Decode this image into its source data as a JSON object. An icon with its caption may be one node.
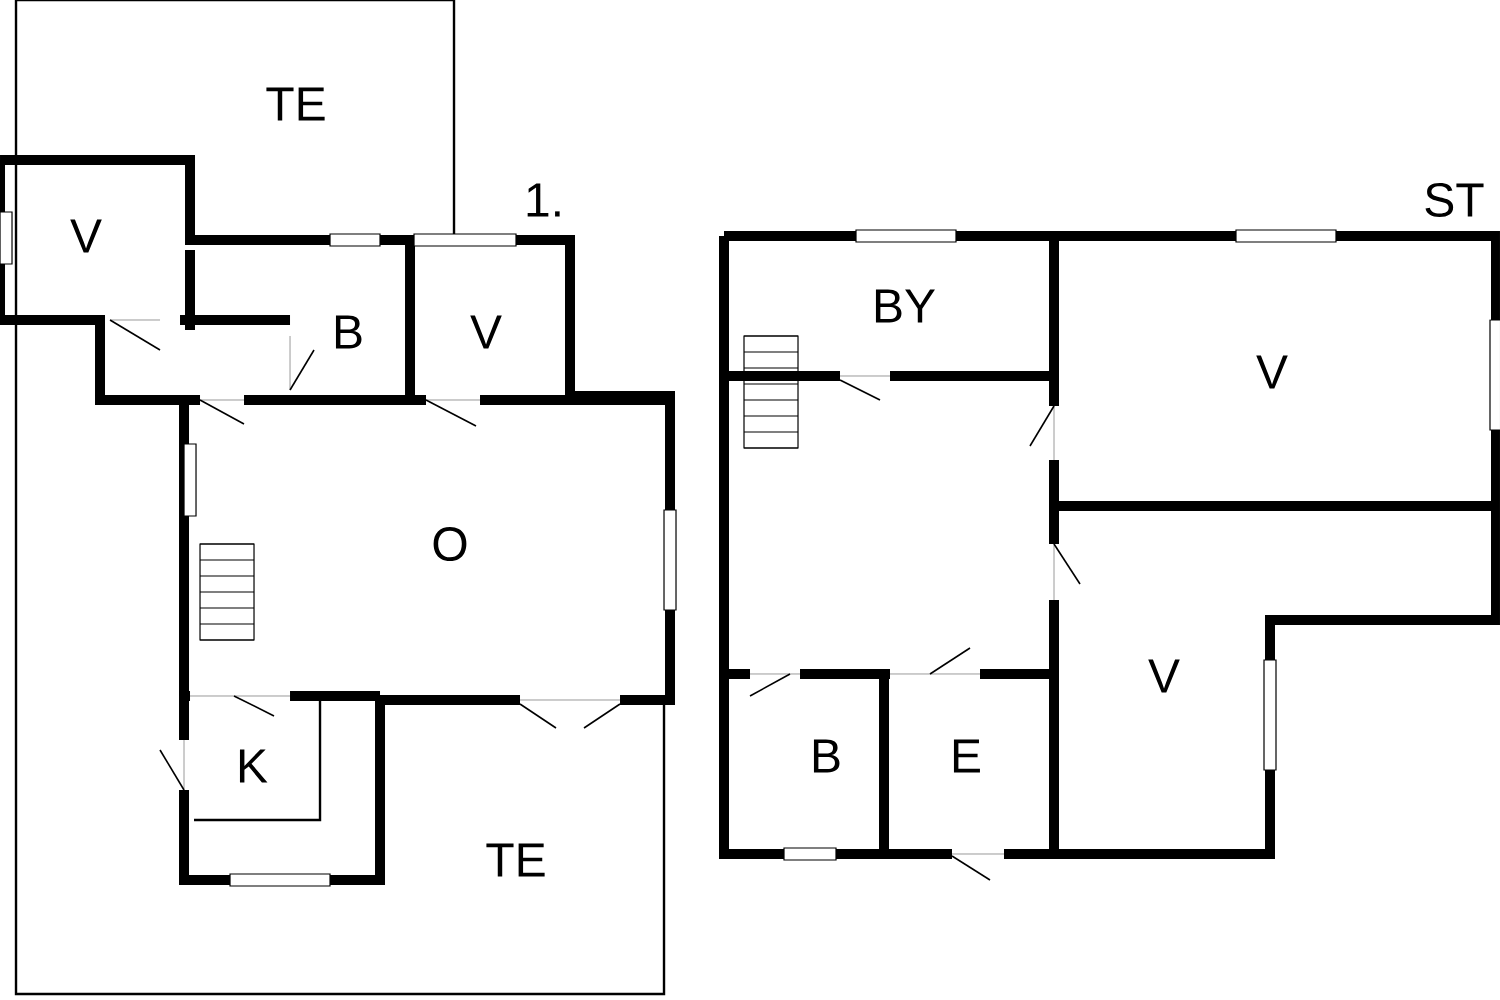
{
  "diagram": {
    "labels": [
      "TE",
      "V",
      "1.",
      "B",
      "V",
      "O",
      "K",
      "TE",
      "ST",
      "BY",
      "V",
      "V",
      "B",
      "E"
    ]
  }
}
